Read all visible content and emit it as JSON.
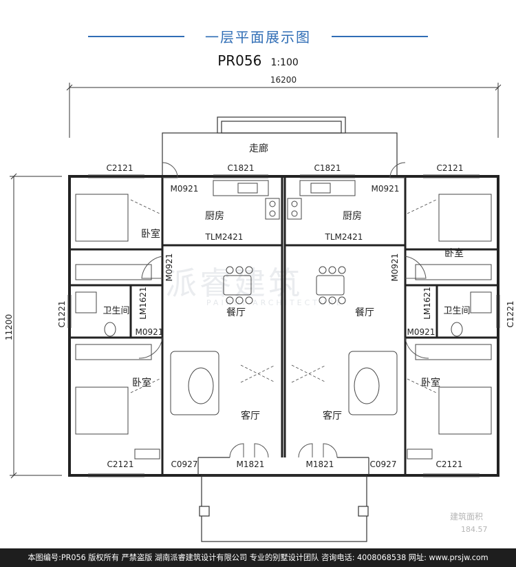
{
  "header": {
    "title": "一层平面展示图",
    "plan_code": "PR056",
    "scale": "1:100"
  },
  "dimensions": {
    "width": "16200",
    "height": "11200"
  },
  "rooms": {
    "corridor": "走廊",
    "kitchen_left": "厨房",
    "kitchen_right": "厨房",
    "dining_left": "餐厅",
    "dining_right": "餐厅",
    "living_left": "客厅",
    "living_right": "客厅",
    "bedroom_top_left": "卧室",
    "bedroom_top_right": "卧室",
    "bedroom_bottom_left": "卧室",
    "bedroom_bottom_right": "卧室",
    "bath_left": "卫生间",
    "bath_right": "卫生间"
  },
  "openings": {
    "c2121_tl": "C2121",
    "c1821_l": "C1821",
    "c1821_r": "C1821",
    "c2121_tr": "C2121",
    "m0921_kitchen_l": "M0921",
    "m0921_kitchen_r": "M0921",
    "tlm2421_l": "TLM2421",
    "tlm2421_r": "TLM2421",
    "m0921_dining_l": "M0921",
    "m0921_dining_r": "M0921",
    "c1221_l": "C1221",
    "c1221_r": "C1221",
    "lm1621_l": "LM1621",
    "lm1621_r": "LM1621",
    "m0921_bath_l": "M0921",
    "m0921_bath_r": "M0921",
    "c2121_bl": "C2121",
    "c2121_br": "C2121",
    "c0927_l": "C0927",
    "c0927_r": "C0927",
    "m1821_l": "M1821",
    "m1821_r": "M1821"
  },
  "watermark": {
    "brand": "派睿建筑",
    "sub": "PAIRUI ARCHITECTURE"
  },
  "area": {
    "label": "建筑面积",
    "value": "184.57"
  },
  "footer": {
    "text": "本图编号:PR056 版权所有 严禁盗版 湖南派睿建筑设计有限公司 专业的别墅设计团队 咨询电话: 4008068538 网址: www.prsjw.com"
  },
  "colors": {
    "accent": "#2f6db5",
    "wall": "#333333",
    "footer_bg": "#1e1e1e"
  }
}
